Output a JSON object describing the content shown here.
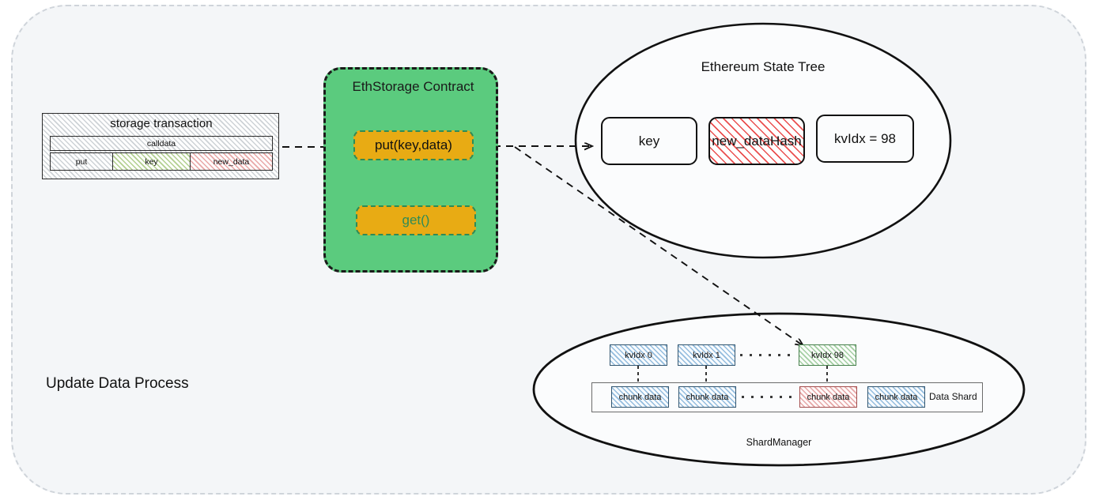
{
  "diagram": {
    "caption": "Update Data Process",
    "transaction": {
      "title": "storage transaction",
      "calldata_label": "calldata",
      "fields": [
        {
          "label": "put",
          "name": "calldata-field-put"
        },
        {
          "label": "key",
          "name": "calldata-field-key"
        },
        {
          "label": "new_data",
          "name": "calldata-field-new-data"
        }
      ]
    },
    "contract": {
      "title": "EthStorage Contract",
      "functions": [
        {
          "label": "put(key,data)",
          "name": "contract-function-put"
        },
        {
          "label": "get()",
          "name": "contract-function-get"
        }
      ]
    },
    "state_tree": {
      "title": "Ethereum State Tree",
      "nodes": [
        {
          "label": "key",
          "name": "state-node-key"
        },
        {
          "label": "new_dataHash",
          "name": "state-node-new-datahash"
        },
        {
          "label": "kvIdx = 98",
          "name": "state-node-kvidx"
        }
      ]
    },
    "shard_manager": {
      "title": "ShardManager",
      "data_shard_label": "Data Shard",
      "kv_indexes": [
        {
          "label": "kvIdx 0",
          "highlight": false
        },
        {
          "label": "kvIdx 1",
          "highlight": false
        },
        {
          "label": "kvIdx 98",
          "highlight": true
        }
      ],
      "chunks": [
        {
          "label": "chunk data",
          "highlight": false
        },
        {
          "label": "chunk data",
          "highlight": false
        },
        {
          "label": "chunk data",
          "highlight": true
        },
        {
          "label": "chunk data",
          "highlight": false
        }
      ]
    },
    "colors": {
      "contract_fill": "#5bcb7e",
      "function_fill": "#e8ab14",
      "key_field": "#e3efd3",
      "new_data_field": "#f8dcdc",
      "kv_blue": "#cfe4f5",
      "kv_green": "#d7ecd5",
      "chunk_red": "#f6d6d6",
      "canvas_bg": "#f4f6f8"
    }
  }
}
